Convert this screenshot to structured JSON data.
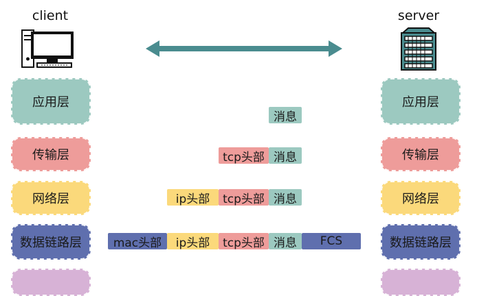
{
  "client": {
    "label": "client",
    "icon": "desktop-computer-icon"
  },
  "server": {
    "label": "server",
    "icon": "server-rack-icon"
  },
  "arrow": {
    "icon": "double-arrow-icon",
    "color": "#4a8c8f"
  },
  "layers": {
    "application": "应用层",
    "transport": "传输层",
    "network": "网络层",
    "datalink": "数据链路层"
  },
  "packets": {
    "message": "消息",
    "tcp_header": "tcp头部",
    "ip_header": "ip头部",
    "mac_header": "mac头部",
    "fcs": "FCS"
  },
  "colors": {
    "application": "#9cc9c0",
    "transport": "#ee9c9a",
    "network": "#fbd97b",
    "datalink": "#5f6fae",
    "physical": "#d7b2d6"
  }
}
